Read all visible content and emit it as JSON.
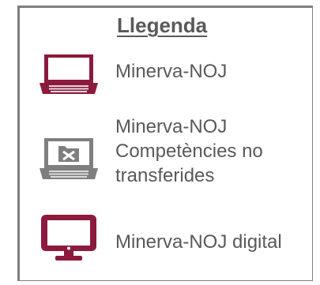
{
  "legend": {
    "title": "Llegenda",
    "items": [
      {
        "icon": "laptop-icon",
        "label_lines": [
          "Minerva-NOJ"
        ],
        "color": "#8b1a3c"
      },
      {
        "icon": "laptop-folder-x-icon",
        "label_lines": [
          "Minerva-NOJ",
          "Competències no",
          "transferides"
        ],
        "color": "#7f7f7f"
      },
      {
        "icon": "desktop-monitor-icon",
        "label_lines": [
          "Minerva-NOJ digital"
        ],
        "color": "#8b1a3c"
      }
    ]
  }
}
